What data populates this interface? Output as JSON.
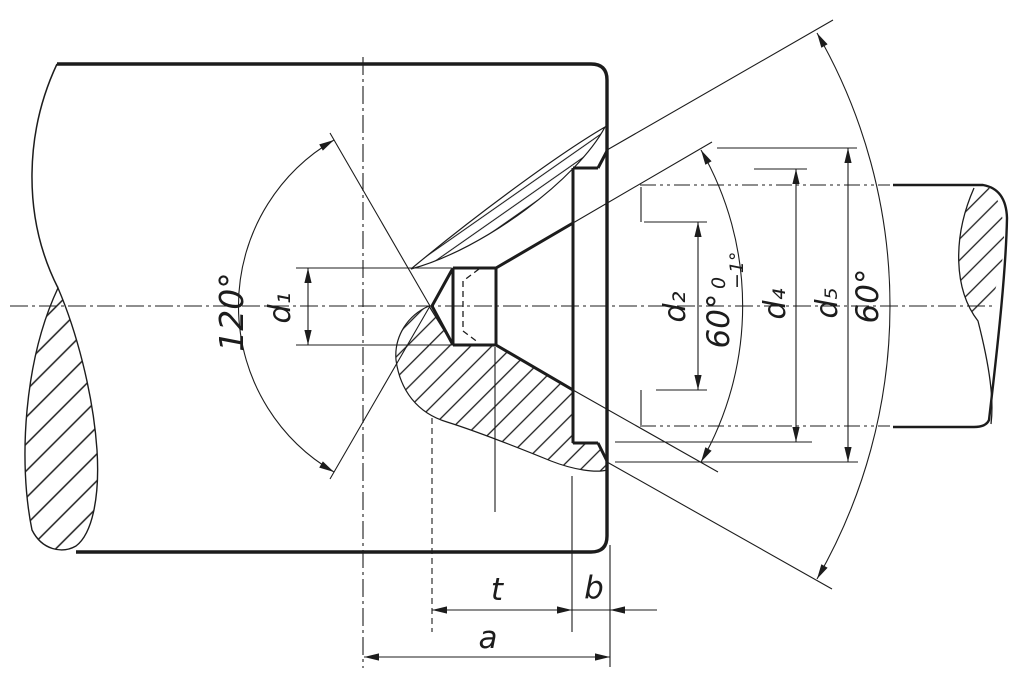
{
  "drawing": {
    "title": "center-hole-section-drawing",
    "ink": "#1c1c1c",
    "background": "#ffffff",
    "labels": {
      "angle_pilot": "120°",
      "d1": "d₁",
      "d2": "d₂",
      "d4": "d₄",
      "d5": "d₅",
      "cone_angle": "60°",
      "cone_tol_upper": "0",
      "cone_tol_lower": "−1°",
      "center_angle": "60°",
      "depth_t": "t",
      "depth_b": "b",
      "depth_a": "a"
    }
  }
}
